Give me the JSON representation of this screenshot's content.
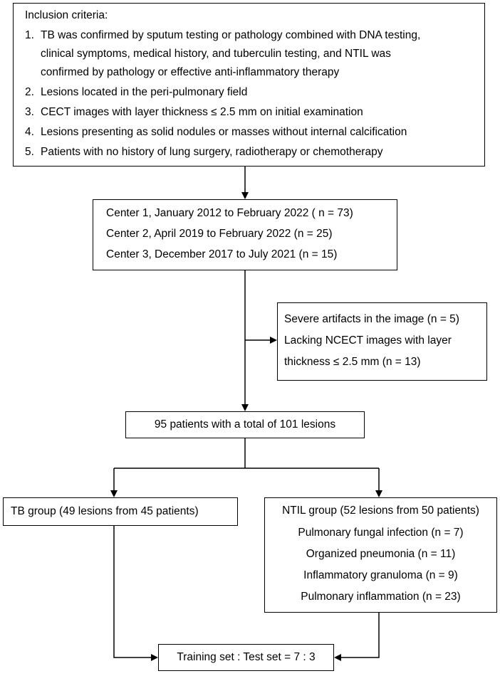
{
  "inclusion": {
    "title": "Inclusion criteria:",
    "items": [
      {
        "num": "1.",
        "lines": [
          "TB was confirmed by sputum testing or pathology combined with DNA testing,",
          "clinical symptoms, medical history, and tuberculin testing, and NTIL was",
          "confirmed by pathology or effective anti-inflammatory therapy"
        ]
      },
      {
        "num": "2.",
        "lines": [
          "Lesions located in the peri-pulmonary field"
        ]
      },
      {
        "num": "3.",
        "lines": [
          "CECT images with layer thickness ≤ 2.5 mm on initial examination"
        ]
      },
      {
        "num": "4.",
        "lines": [
          "Lesions presenting as solid nodules or masses without internal calcification"
        ]
      },
      {
        "num": "5.",
        "lines": [
          "Patients with no history of lung surgery, radiotherapy or chemotherapy"
        ]
      }
    ]
  },
  "centers": [
    "Center 1, January 2012 to February 2022 ( n = 73)",
    "Center 2, April 2019 to February 2022 (n = 25)",
    "Center 3, December 2017 to July 2021 (n = 15)"
  ],
  "exclusion": [
    "Severe artifacts in the image (n = 5)",
    "Lacking NCECT images with layer",
    "thickness ≤ 2.5 mm (n = 13)"
  ],
  "patients": "95 patients with a total of 101 lesions",
  "tb_group": "TB group (49 lesions from 45 patients)",
  "ntil_group": {
    "title": "NTIL group (52 lesions from 50 patients)",
    "items": [
      "Pulmonary fungal infection (n = 7)",
      "Organized pneumonia (n = 11)",
      "Inflammatory granuloma (n = 9)",
      "Pulmonary inflammation (n = 23)"
    ]
  },
  "split": "Training set : Test set = 7 : 3"
}
